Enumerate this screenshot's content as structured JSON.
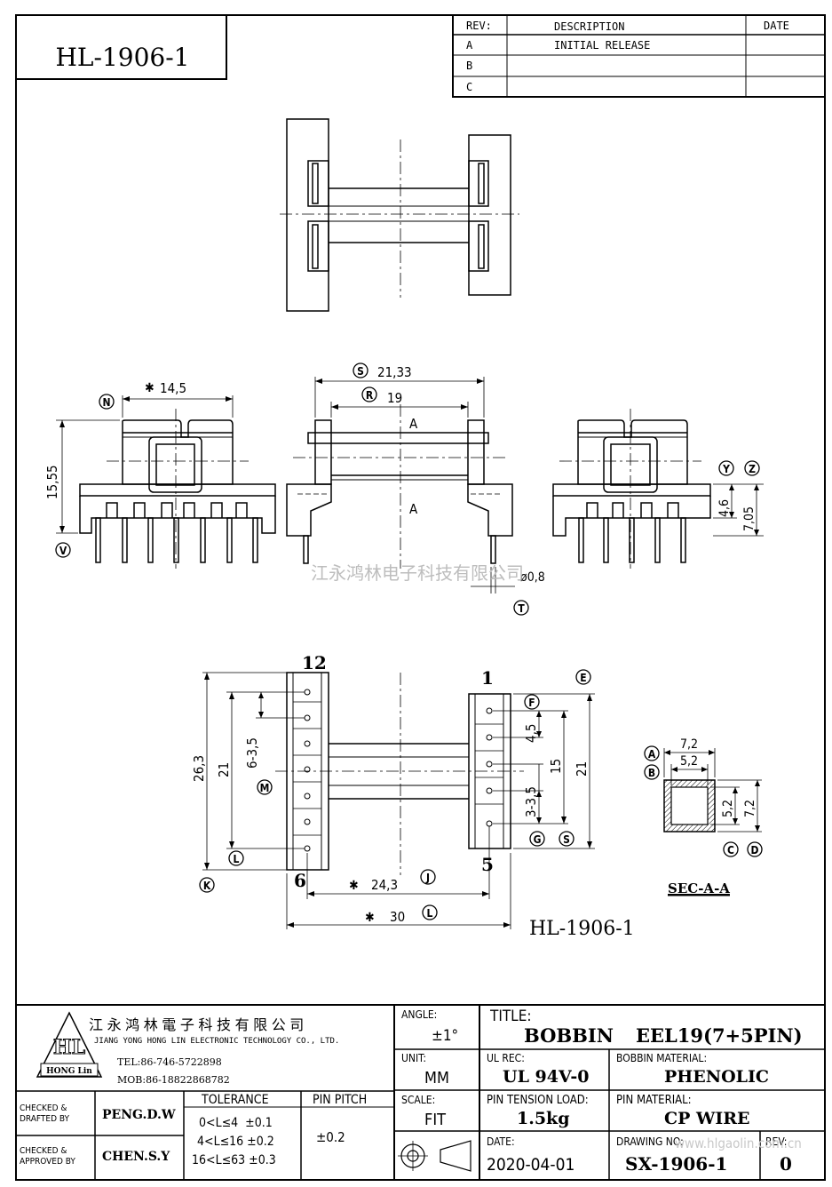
{
  "part_number": "HL-1906-1",
  "revision_table": {
    "headers": {
      "rev": "REV:",
      "description": "DESCRIPTION",
      "date": "DATE"
    },
    "rows": [
      {
        "rev": "A",
        "description": "INITIAL RELEASE",
        "date": ""
      },
      {
        "rev": "B",
        "description": "",
        "date": ""
      },
      {
        "rev": "C",
        "description": "",
        "date": ""
      }
    ]
  },
  "side_view": {
    "dim_width": "14,5",
    "dim_height": "15,55",
    "mark_width": "N",
    "mark_bottom": "V"
  },
  "front_view": {
    "dim_outer": "21,33",
    "dim_inner": "19",
    "mark_outer": "S",
    "mark_inner": "R",
    "section_label_top": "A",
    "section_label_bottom": "A",
    "dim_pin_dia": "ø0,8",
    "mark_pin_dia": "T"
  },
  "right_view": {
    "dim_a": "4,6",
    "dim_b": "7,05",
    "mark_a": "Y",
    "mark_b": "Z"
  },
  "watermark": "江永鸿林电子科技有限公司",
  "bottom_view": {
    "pin_12": "12",
    "pin_1": "1",
    "pin_6": "6",
    "pin_5": "5",
    "dim_26_3": "26,3",
    "dim_21_left": "21",
    "dim_6_3_5": "6-3,5",
    "dim_4_5": "4,5",
    "dim_15": "15",
    "dim_21_right": "21",
    "dim_3_3_5": "3-3,5",
    "dim_24_3": "24,3",
    "dim_30": "30",
    "star": "✱",
    "marks": {
      "e": "E",
      "f": "F",
      "g": "G",
      "s": "S",
      "m": "M",
      "l_top": "L",
      "k": "K",
      "j": "J",
      "l_bottom": "L"
    }
  },
  "drawing_label": "HL-1906-1",
  "section_view": {
    "dim_outer_w": "7,2",
    "dim_inner_w": "5,2",
    "dim_inner_h": "5,2",
    "dim_outer_h": "7,2",
    "marks": {
      "a": "A",
      "b": "B",
      "c": "C",
      "d": "D"
    },
    "caption": "SEC-A-A"
  },
  "title_block": {
    "company_cn": "江 永 鸿 林 電 子 科 技 有 限 公 司",
    "company_en": "JIANG YONG HONG LIN ELECTRONIC TECHNOLOGY CO., LTD.",
    "logo_letters": "HL",
    "logo_name": "HONG Lin",
    "tel": "TEL:86-746-5722898",
    "mob": "MOB:86-18822868782",
    "angle_label": "ANGLE:",
    "angle_value": "±1°",
    "unit_label": "UNIT:",
    "unit_value": "MM",
    "scale_label": "SCALE:",
    "scale_value": "FIT",
    "title_label": "TITLE:",
    "title_value_1": "BOBBIN",
    "title_value_2": "EEL19(7+5PIN)",
    "ul_label": "UL REC:",
    "ul_value": "UL 94V-0",
    "material_label": "BOBBIN MATERIAL:",
    "material_value": "PHENOLIC",
    "tension_label": "PIN TENSION LOAD:",
    "tension_value": "1.5kg",
    "pin_material_label": "PIN MATERIAL:",
    "pin_material_value": "CP WIRE",
    "date_label": "DATE:",
    "date_value": "2020-04-01",
    "drawing_no_label": "DRAWING NO:",
    "drawing_no_value": "SX-1906-1",
    "rev_label": "REV:",
    "rev_value": "0",
    "checked_drafted_label_1": "CHECKED &",
    "checked_drafted_label_2": "DRAFTED BY",
    "checked_drafted_name": "PENG.D.W",
    "checked_approved_label_1": "CHECKED &",
    "checked_approved_label_2": "APPROVED BY",
    "checked_approved_name": "CHEN.S.Y",
    "tolerance_header": "TOLERANCE",
    "tolerance_rows": [
      "0<L≤4  ±0.1",
      "4<L≤16 ±0.2",
      "16<L≤63 ±0.3"
    ],
    "pin_pitch_header": "PIN PITCH",
    "pin_pitch_value": "±0.2",
    "url_watermark": "www.hlgaolin.com.cn"
  }
}
